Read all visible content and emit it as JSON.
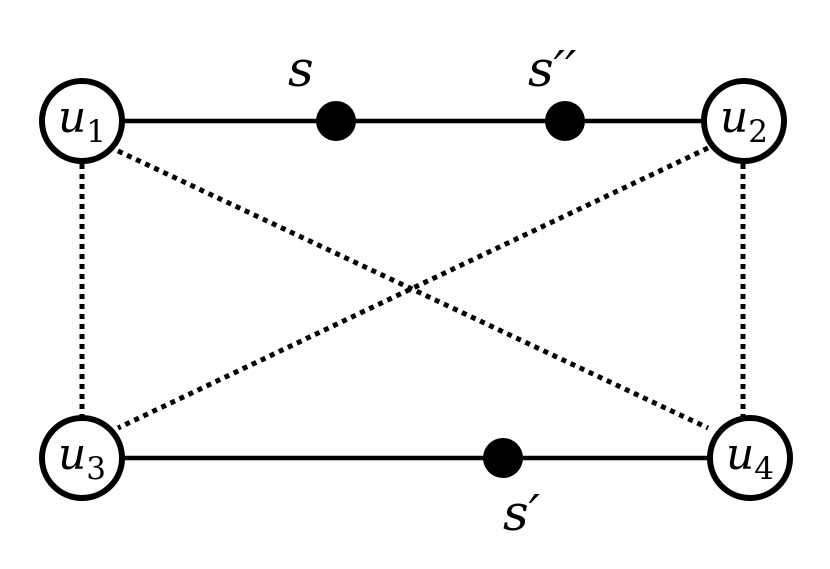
{
  "diagram": {
    "vertices": [
      {
        "id": "u1",
        "base": "u",
        "sub": "1"
      },
      {
        "id": "u2",
        "base": "u",
        "sub": "2"
      },
      {
        "id": "u3",
        "base": "u",
        "sub": "3"
      },
      {
        "id": "u4",
        "base": "u",
        "sub": "4"
      }
    ],
    "points": [
      {
        "id": "s",
        "label": "s"
      },
      {
        "id": "s2",
        "label": "s′′"
      },
      {
        "id": "s1",
        "label": "s′"
      }
    ],
    "edges": [
      {
        "from": "u1",
        "to": "u2",
        "style": "solid",
        "via": [
          "s",
          "s2"
        ]
      },
      {
        "from": "u3",
        "to": "u4",
        "style": "solid",
        "via": [
          "s1"
        ]
      },
      {
        "from": "u1",
        "to": "u3",
        "style": "dotted"
      },
      {
        "from": "u2",
        "to": "u4",
        "style": "dotted"
      },
      {
        "from": "u1",
        "to": "u4",
        "style": "dotted"
      },
      {
        "from": "u2",
        "to": "u3",
        "style": "dotted"
      }
    ]
  }
}
